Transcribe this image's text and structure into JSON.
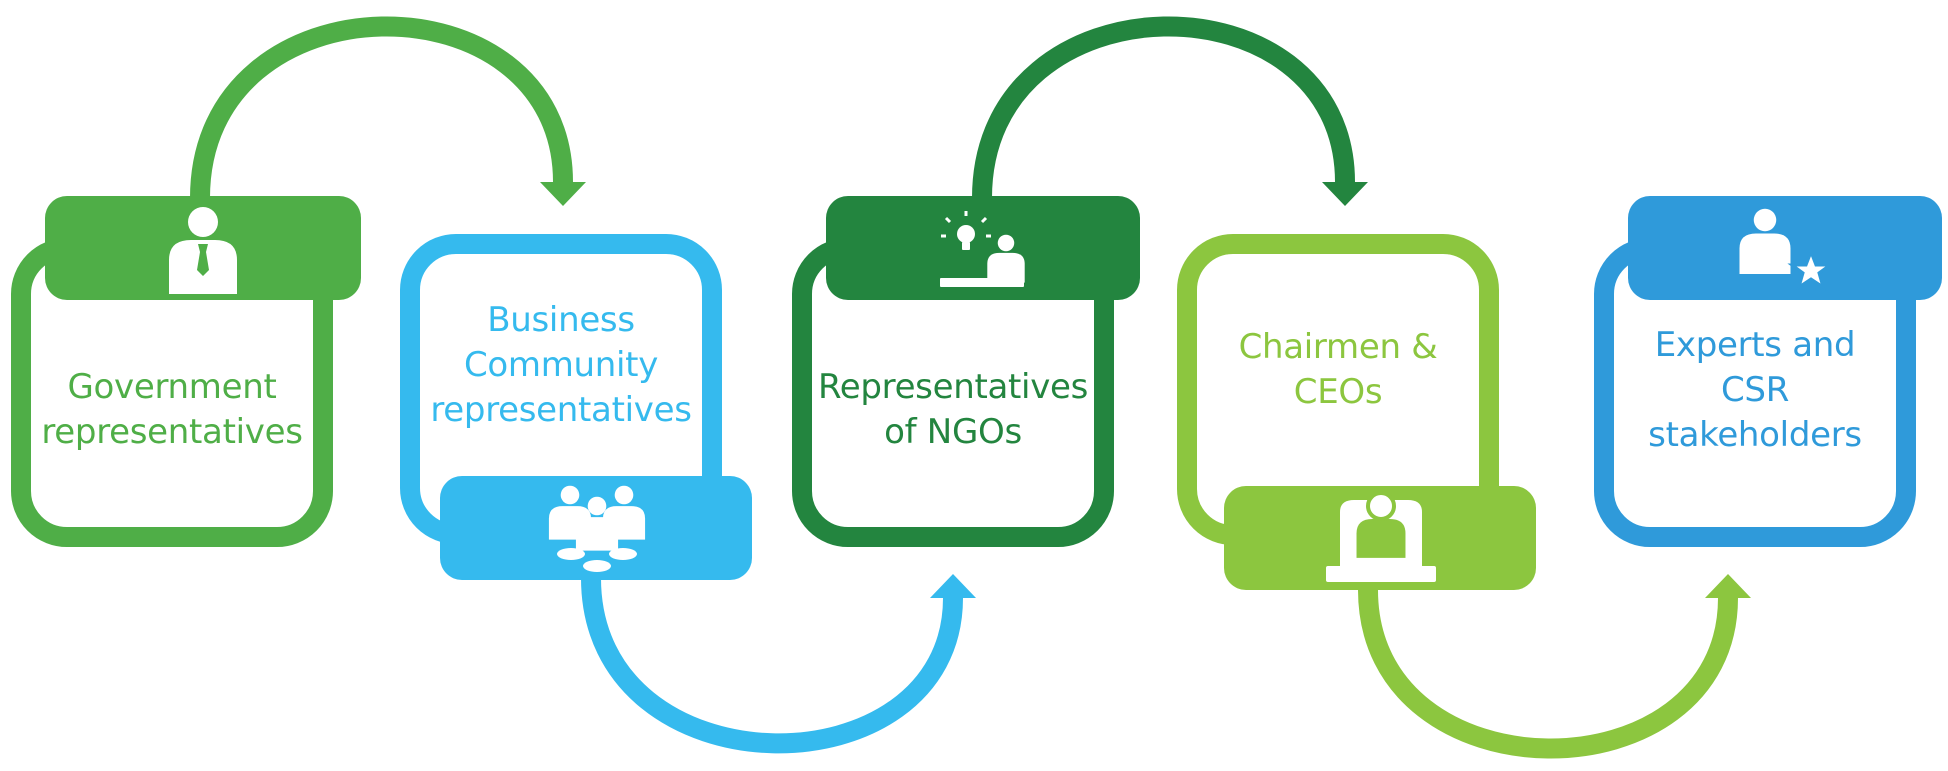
{
  "colors": {
    "gov": "#4fae47",
    "biz": "#35baee",
    "ngo": "#23853f",
    "ceo": "#8cc63f",
    "exp": "#2f9ada"
  },
  "stakeholders": [
    {
      "lines": [
        "Government",
        "representatives"
      ],
      "icon": "businessman-icon"
    },
    {
      "lines": [
        "Business",
        "Community",
        "representatives"
      ],
      "icon": "group-meeting-icon"
    },
    {
      "lines": [
        "Representatives",
        "of NGOs"
      ],
      "icon": "idea-desk-icon"
    },
    {
      "lines": [
        "Chairmen &",
        "CEOs"
      ],
      "icon": "executive-chair-icon"
    },
    {
      "lines": [
        "Experts and",
        "CSR",
        "stakeholders"
      ],
      "icon": "expert-star-icon"
    }
  ]
}
